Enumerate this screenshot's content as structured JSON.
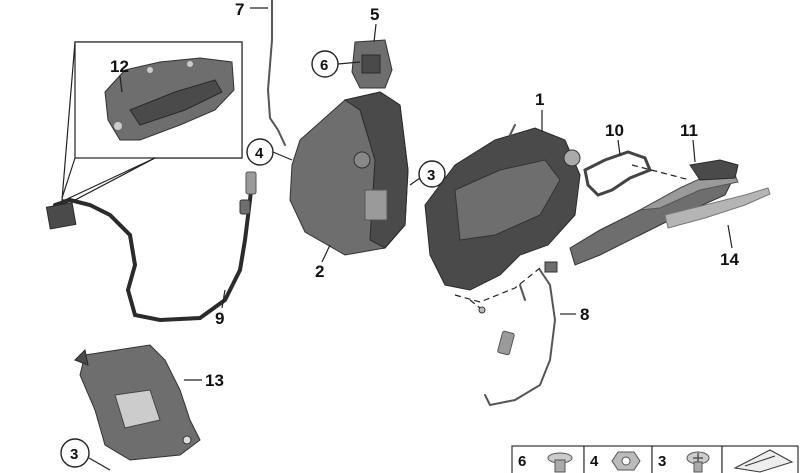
{
  "callouts": {
    "c1": "1",
    "c2": "2",
    "c3a": "3",
    "c3b": "3",
    "c4": "4",
    "c5": "5",
    "c6": "6",
    "c7": "7",
    "c8": "8",
    "c9": "9",
    "c10": "10",
    "c11": "11",
    "c12": "12",
    "c13": "13",
    "c14": "14"
  },
  "legend": {
    "items": [
      {
        "label": "6",
        "icon": "screw-icon"
      },
      {
        "label": "4",
        "icon": "nut-icon"
      },
      {
        "label": "3",
        "icon": "torx-screw-icon"
      },
      {
        "label": "",
        "icon": "wedge-icon"
      }
    ]
  },
  "colors": {
    "part_dark": "#4a4a4a",
    "part_mid": "#6e6e6e",
    "part_light": "#9a9a9a",
    "line": "#222222"
  }
}
